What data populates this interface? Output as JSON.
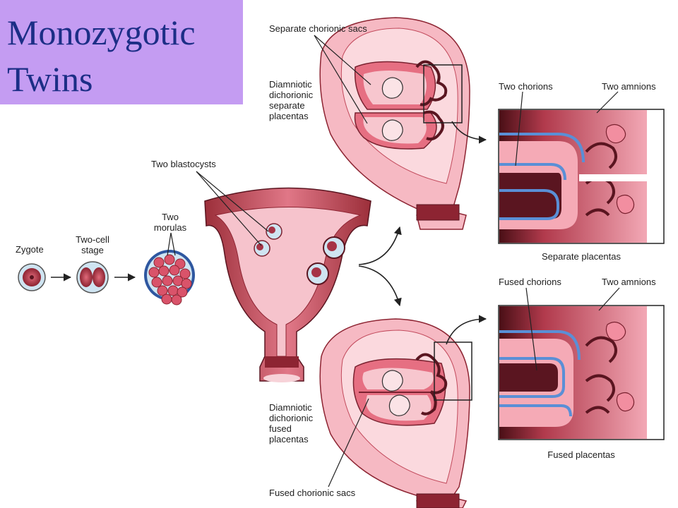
{
  "title": {
    "line1": "Monozygotic",
    "line2": "Twins"
  },
  "labels": {
    "zygote": "Zygote",
    "two_cell_1": "Two-cell",
    "two_cell_2": "stage",
    "morulas_1": "Two",
    "morulas_2": "morulas",
    "blastocysts": "Two blastocysts",
    "separate_sacs": "Separate chorionic sacs",
    "dia_sep_1": "Diamniotic",
    "dia_sep_2": "dichorionic",
    "dia_sep_3": "separate",
    "dia_sep_4": "placentas",
    "two_chorions": "Two chorions",
    "two_amnions_top": "Two amnions",
    "separate_placentas": "Separate placentas",
    "fused_chorions": "Fused chorions",
    "two_amnions_bottom": "Two amnions",
    "fused_placentas": "Fused placentas",
    "dia_fus_1": "Diamniotic",
    "dia_fus_2": "dichorionic",
    "dia_fus_3": "fused",
    "dia_fus_4": "placentas",
    "fused_sacs": "Fused chorionic sacs"
  },
  "colors": {
    "title_bg": "#c49cf2",
    "title_text": "#1c2e86",
    "tissue_dark": "#9c2f3a",
    "tissue_mid": "#d9536a",
    "tissue_light": "#f4b7c2",
    "tissue_pale": "#fbe3e6",
    "amnion_blue": "#5a8fd6",
    "cell_blue": "#b9d6ea",
    "line": "#222222"
  }
}
